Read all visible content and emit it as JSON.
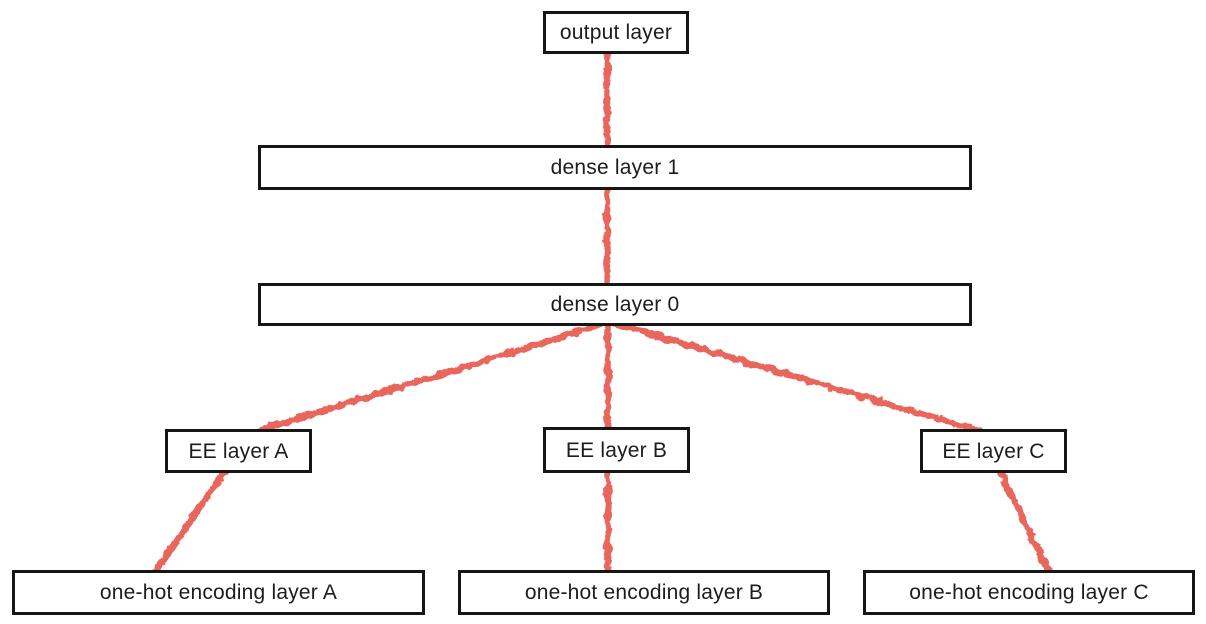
{
  "diagram": {
    "type": "network-architecture",
    "colors": {
      "edge": "#e8665c",
      "box_border": "#161616",
      "text": "#1c1c1e",
      "background": "#ffffff"
    },
    "nodes": {
      "output": {
        "label": "output layer"
      },
      "dense1": {
        "label": "dense layer 1"
      },
      "dense0": {
        "label": "dense layer 0"
      },
      "eeA": {
        "label": "EE layer A"
      },
      "eeB": {
        "label": "EE layer B"
      },
      "eeC": {
        "label": "EE layer C"
      },
      "ohA": {
        "label": "one-hot encoding layer A"
      },
      "ohB": {
        "label": "one-hot encoding layer B"
      },
      "ohC": {
        "label": "one-hot encoding layer C"
      }
    },
    "edges": [
      {
        "from": "ohA",
        "to": "eeA"
      },
      {
        "from": "ohB",
        "to": "eeB"
      },
      {
        "from": "ohC",
        "to": "eeC"
      },
      {
        "from": "eeA",
        "to": "dense0"
      },
      {
        "from": "eeB",
        "to": "dense0"
      },
      {
        "from": "eeC",
        "to": "dense0"
      },
      {
        "from": "dense0",
        "to": "dense1"
      },
      {
        "from": "dense1",
        "to": "output"
      }
    ]
  }
}
